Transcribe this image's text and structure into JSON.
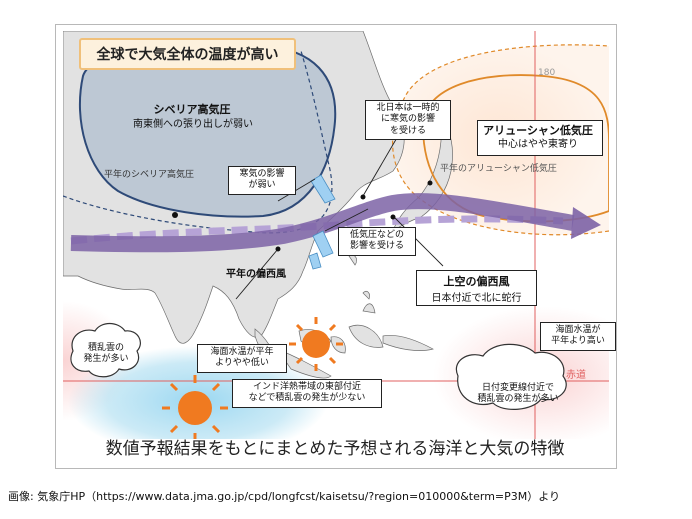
{
  "title": "全球で大気全体の温度が高い",
  "degree_label": "180",
  "siberian_high": {
    "title": "シベリア高気圧",
    "subtitle": "南東側への張り出しが弱い",
    "normal_label": "平年のシベリア高気圧"
  },
  "aleutian_low": {
    "title": "アリューシャン低気圧",
    "subtitle": "中心はやや東寄り",
    "normal_label": "平年のアリューシャン低気圧"
  },
  "callouts": {
    "north_japan": "北日本は一時的\nに寒気の影響\nを受ける",
    "cold_air": "寒気の影響\nが弱い",
    "low_pressure": "低気圧などの\n影響を受ける",
    "sst_west": "海面水温が平年\nよりやや低い",
    "indian_ocean": "インド洋熱帯域の東部付近\nなどで積乱雲の発生が少ない",
    "sst_east": "海面水温が\n平年より高い"
  },
  "clouds": {
    "west": "積乱雲の\n発生が多い",
    "east": "日付変更線付近で\n積乱雲の発生が多い"
  },
  "jet": {
    "normal_label": "平年の偏西風",
    "upper_title": "上空の偏西風",
    "upper_subtitle": "日本付近で北に蛇行"
  },
  "equator_label": "赤道",
  "caption": "数値予報結果をもとにまとめた予想される海洋と大気の特徴",
  "source": "画像: 気象庁HP（https://www.data.jma.go.jp/cpd/longfcst/kaisetsu/?region=010000&term=P3M）より",
  "colors": {
    "siberian_fill": "#9fb2c8",
    "aleutian_line": "#e08a2a",
    "jet": "#7d63a6",
    "warm": "#f08c3c",
    "cool": "#a9dcf0",
    "equator": "#e06060"
  }
}
